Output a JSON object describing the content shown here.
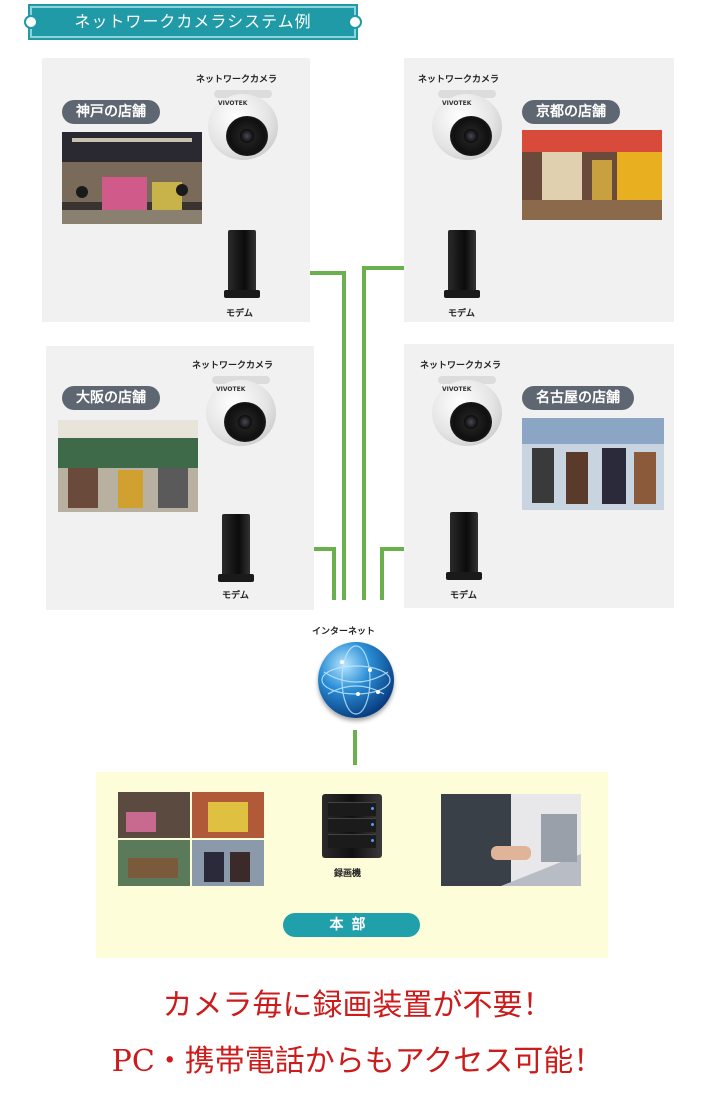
{
  "header": {
    "title": "ネットワークカメラシステム例"
  },
  "stores": [
    {
      "name": "神戸の店舗",
      "camera_label": "ネットワークカメラ",
      "modem_label": "モデム"
    },
    {
      "name": "京都の店舗",
      "camera_label": "ネットワークカメラ",
      "modem_label": "モデム"
    },
    {
      "name": "大阪の店舗",
      "camera_label": "ネットワークカメラ",
      "modem_label": "モデム"
    },
    {
      "name": "名古屋の店舗",
      "camera_label": "ネットワークカメラ",
      "modem_label": "モデム"
    }
  ],
  "camera_brand": "VIVOTEK",
  "internet": {
    "label": "インターネット"
  },
  "headquarters": {
    "label": "本部",
    "recorder_label": "録画機"
  },
  "tagline": {
    "line1": "カメラ毎に録画装置が不要！",
    "line2": "PC・携帯電話からもアクセス可能！"
  },
  "colors": {
    "accent": "#1f9aa6",
    "line": "#6ab04c",
    "tagline": "#cc1b1b",
    "pill": "#5e6671",
    "hq_bg": "#fdfdd9"
  }
}
